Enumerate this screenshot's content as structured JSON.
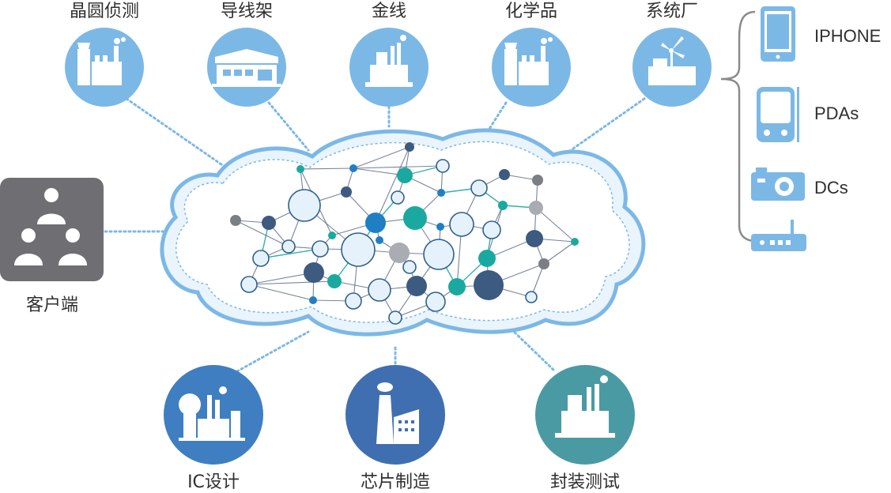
{
  "top_nodes": [
    {
      "label": "晶圆侦测",
      "icon": "factory-icon"
    },
    {
      "label": "导线架",
      "icon": "warehouse-icon"
    },
    {
      "label": "金线",
      "icon": "plant-icon"
    },
    {
      "label": "化学品",
      "icon": "factory-icon"
    },
    {
      "label": "系统厂",
      "icon": "wind-turbine-icon"
    }
  ],
  "bottom_nodes": [
    {
      "label": "IC设计",
      "icon": "refinery-icon"
    },
    {
      "label": "芯片制造",
      "icon": "chimney-factory-icon"
    },
    {
      "label": "封装测试",
      "icon": "plant-icon"
    }
  ],
  "client": {
    "label": "客户端",
    "icon": "users-icon"
  },
  "devices": [
    {
      "label": "IPHONE",
      "icon": "smartphone-icon"
    },
    {
      "label": "PDAs",
      "icon": "pda-icon"
    },
    {
      "label": "DCs",
      "icon": "camera-icon"
    },
    {
      "label": "",
      "icon": "router-icon"
    }
  ],
  "colors": {
    "light_blue": "#7cb8e6",
    "mid_blue": "#3f7ec0",
    "teal": "#4a9aa4",
    "gray": "#6f6f73",
    "navy": "#3d5a80",
    "cyan": "#1aa9a0"
  }
}
